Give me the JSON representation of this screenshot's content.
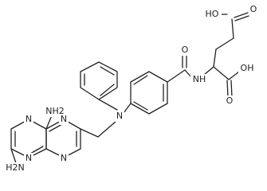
{
  "structure": {
    "atoms": {
      "acid_top_oh": "HO",
      "acid_top_o": "O",
      "acid_alpha_oh": "OH",
      "acid_alpha_o": "O",
      "amide_o": "O",
      "amide_nh": "NH",
      "amine_n": "N",
      "nh2_top": "NH2",
      "nh2_bottom": "H2N",
      "ring_n1": "N",
      "ring_n2": "N",
      "ring_n3": "N",
      "ring_n4": "N"
    }
  }
}
